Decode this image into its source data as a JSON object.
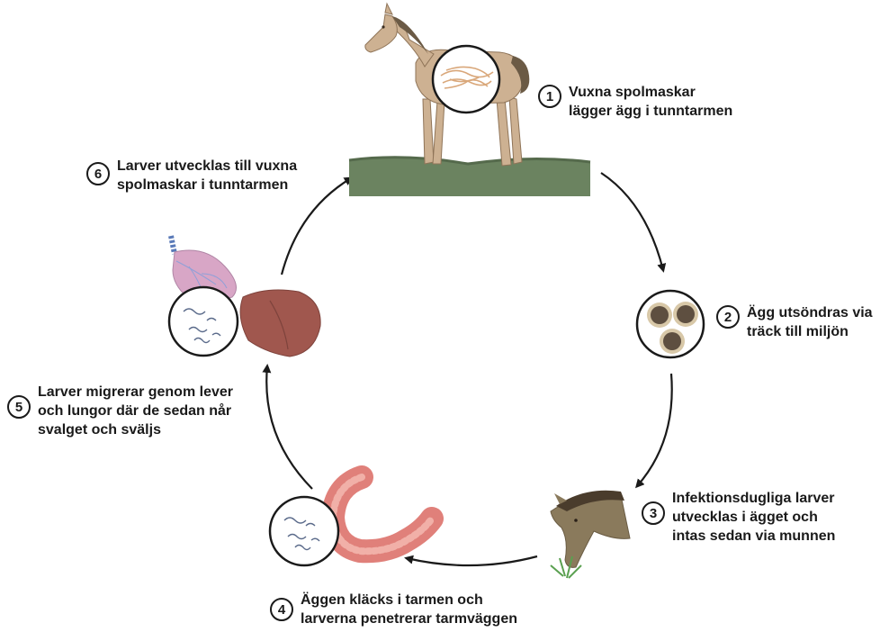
{
  "steps": [
    {
      "number": "1",
      "lines": [
        "Vuxna spolmaskar",
        "lägger ägg i tunntarmen"
      ]
    },
    {
      "number": "2",
      "lines": [
        "Ägg utsöndras via",
        "träck till miljön"
      ]
    },
    {
      "number": "3",
      "lines": [
        "Infektionsdugliga larver",
        "utvecklas i ägget och",
        "intas sedan via munnen"
      ]
    },
    {
      "number": "4",
      "lines": [
        "Äggen kläcks i tarmen och",
        "larverna penetrerar tarmväggen"
      ]
    },
    {
      "number": "5",
      "lines": [
        "Larver migrerar genom lever",
        "och lungor där de sedan når",
        "svalget och sväljs"
      ]
    },
    {
      "number": "6",
      "lines": [
        "Larver utvecklas till vuxna",
        "spolmaskar i tunntarmen"
      ]
    }
  ],
  "colors": {
    "ground": "#6b8360",
    "foal": "#cdb192",
    "mane": "#6b5a45",
    "horse_head": "#8a7a5c",
    "egg": "#6b5a48",
    "intestine": "#e0807a",
    "liver": "#a0574e",
    "lung": "#d8a6c6",
    "arrow": "#1a1a1a"
  },
  "icons": [
    "foal-icon",
    "egg-icon",
    "grazing-horse-icon",
    "intestine-icon",
    "liver-icon",
    "lung-icon",
    "larvae-magnifier-icon"
  ]
}
